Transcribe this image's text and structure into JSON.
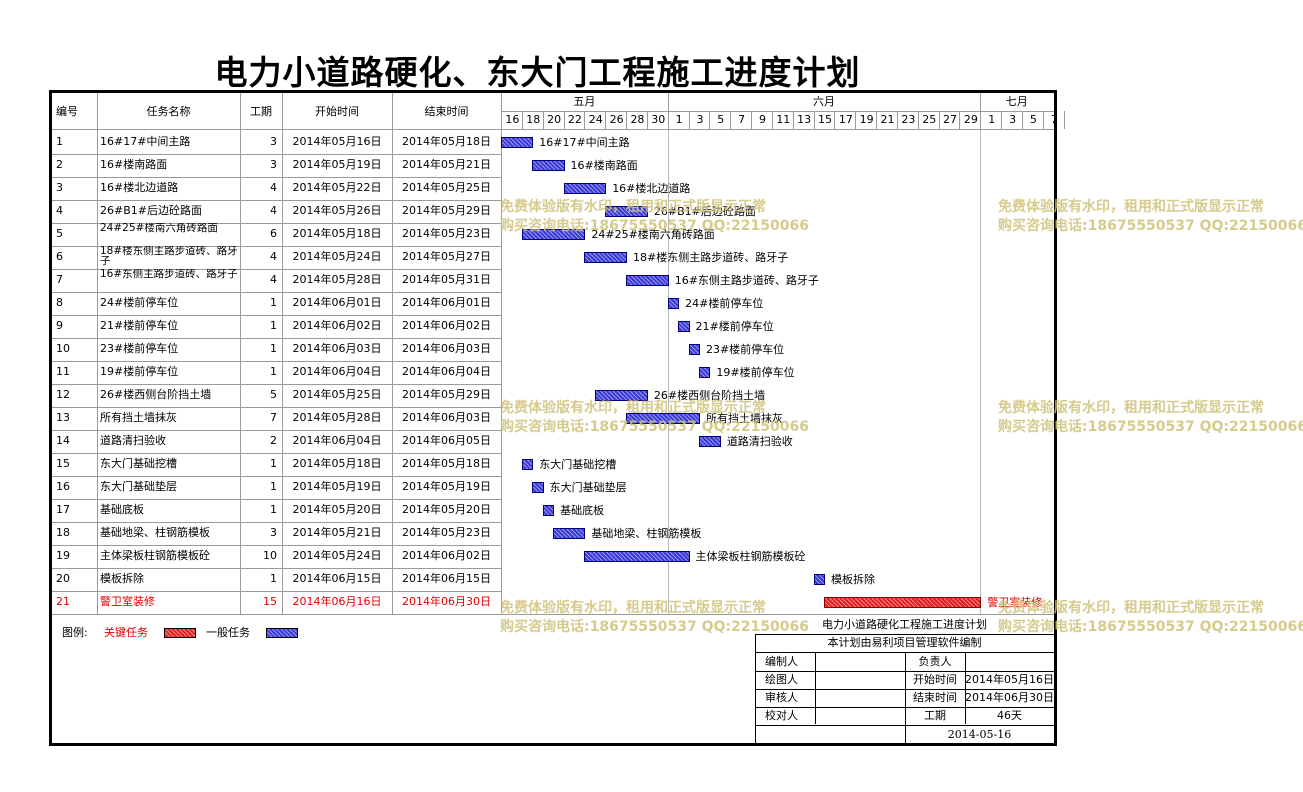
{
  "title": "电力小道路硬化、东大门工程施工进度计划",
  "columns": {
    "id": "编号",
    "name": "任务名称",
    "duration": "工期",
    "start": "开始时间",
    "end": "结束时间"
  },
  "months": [
    {
      "label": "五月",
      "days": [
        "16",
        "18",
        "20",
        "22",
        "24",
        "26",
        "28",
        "30"
      ]
    },
    {
      "label": "六月",
      "days": [
        "1",
        "3",
        "5",
        "7",
        "9",
        "11",
        "13",
        "15",
        "17",
        "19",
        "21",
        "23",
        "25",
        "27",
        "29"
      ]
    },
    {
      "label": "七月",
      "days": [
        "1",
        "3",
        "5",
        "7"
      ]
    }
  ],
  "tasks": [
    {
      "id": "1",
      "name": "16#17#中间主路",
      "duration": "3",
      "start": "2014年05月16日",
      "end": "2014年05月18日",
      "s": 0,
      "d": 3,
      "critical": false
    },
    {
      "id": "2",
      "name": "16#楼南路面",
      "duration": "3",
      "start": "2014年05月19日",
      "end": "2014年05月21日",
      "s": 3,
      "d": 3,
      "critical": false
    },
    {
      "id": "3",
      "name": "16#楼北边道路",
      "duration": "4",
      "start": "2014年05月22日",
      "end": "2014年05月25日",
      "s": 6,
      "d": 4,
      "critical": false
    },
    {
      "id": "4",
      "name": "26#B1#后边砼路面",
      "duration": "4",
      "start": "2014年05月26日",
      "end": "2014年05月29日",
      "s": 10,
      "d": 4,
      "critical": false
    },
    {
      "id": "5",
      "name": "24#25#楼南六角砖路面",
      "duration": "6",
      "start": "2014年05月18日",
      "end": "2014年05月23日",
      "s": 2,
      "d": 6,
      "critical": false
    },
    {
      "id": "6",
      "name": "18#楼东侧主路步道砖、路牙子",
      "duration": "4",
      "start": "2014年05月24日",
      "end": "2014年05月27日",
      "s": 8,
      "d": 4,
      "critical": false
    },
    {
      "id": "7",
      "name": "16#东侧主路步道砖、路牙子",
      "duration": "4",
      "start": "2014年05月28日",
      "end": "2014年05月31日",
      "s": 12,
      "d": 4,
      "critical": false
    },
    {
      "id": "8",
      "name": "24#楼前停车位",
      "duration": "1",
      "start": "2014年06月01日",
      "end": "2014年06月01日",
      "s": 16,
      "d": 1,
      "critical": false
    },
    {
      "id": "9",
      "name": "21#楼前停车位",
      "duration": "1",
      "start": "2014年06月02日",
      "end": "2014年06月02日",
      "s": 17,
      "d": 1,
      "critical": false
    },
    {
      "id": "10",
      "name": "23#楼前停车位",
      "duration": "1",
      "start": "2014年06月03日",
      "end": "2014年06月03日",
      "s": 18,
      "d": 1,
      "critical": false
    },
    {
      "id": "11",
      "name": "19#楼前停车位",
      "duration": "1",
      "start": "2014年06月04日",
      "end": "2014年06月04日",
      "s": 19,
      "d": 1,
      "critical": false
    },
    {
      "id": "12",
      "name": "26#楼西侧台阶挡土墙",
      "duration": "5",
      "start": "2014年05月25日",
      "end": "2014年05月29日",
      "s": 9,
      "d": 5,
      "critical": false
    },
    {
      "id": "13",
      "name": "所有挡土墙抹灰",
      "duration": "7",
      "start": "2014年05月28日",
      "end": "2014年06月03日",
      "s": 12,
      "d": 7,
      "critical": false
    },
    {
      "id": "14",
      "name": "道路清扫验收",
      "duration": "2",
      "start": "2014年06月04日",
      "end": "2014年06月05日",
      "s": 19,
      "d": 2,
      "critical": false
    },
    {
      "id": "15",
      "name": "东大门基础挖槽",
      "duration": "1",
      "start": "2014年05月18日",
      "end": "2014年05月18日",
      "s": 2,
      "d": 1,
      "critical": false
    },
    {
      "id": "16",
      "name": "东大门基础垫层",
      "duration": "1",
      "start": "2014年05月19日",
      "end": "2014年05月19日",
      "s": 3,
      "d": 1,
      "critical": false
    },
    {
      "id": "17",
      "name": "基础底板",
      "duration": "1",
      "start": "2014年05月20日",
      "end": "2014年05月20日",
      "s": 4,
      "d": 1,
      "critical": false
    },
    {
      "id": "18",
      "name": "基础地梁、柱钢筋模板",
      "duration": "3",
      "start": "2014年05月21日",
      "end": "2014年05月23日",
      "s": 5,
      "d": 3,
      "critical": false
    },
    {
      "id": "19",
      "name": "主体梁板柱钢筋模板砼",
      "duration": "10",
      "start": "2014年05月24日",
      "end": "2014年06月02日",
      "s": 8,
      "d": 10,
      "critical": false
    },
    {
      "id": "20",
      "name": "模板拆除",
      "duration": "1",
      "start": "2014年06月15日",
      "end": "2014年06月15日",
      "s": 30,
      "d": 1,
      "critical": false
    },
    {
      "id": "21",
      "name": "警卫室装修",
      "duration": "15",
      "start": "2014年06月16日",
      "end": "2014年06月30日",
      "s": 31,
      "d": 15,
      "critical": true
    }
  ],
  "legend": {
    "label": "图例:",
    "critical": "关键任务",
    "normal": "一般任务",
    "critical_color": "#e02020",
    "normal_color": "#3a3ad8"
  },
  "info": {
    "project_title": "电力小道路硬化工程施工进度计划",
    "software_note": "本计划由易利项目管理软件编制",
    "editor_label": "编制人",
    "owner_label": "负责人",
    "drawer_label": "绘图人",
    "start_label": "开始时间",
    "start_value": "2014年05月16日",
    "reviewer_label": "审核人",
    "end_label": "结束时间",
    "end_value": "2014年06月30日",
    "checker_label": "校对人",
    "duration_label": "工期",
    "duration_value": "46天",
    "date": "2014-05-16"
  },
  "watermark": {
    "line1": "免费体验版有水印，租用和正式版显示正常",
    "line2": "购买咨询电话:18675550537 QQ:22150066"
  }
}
